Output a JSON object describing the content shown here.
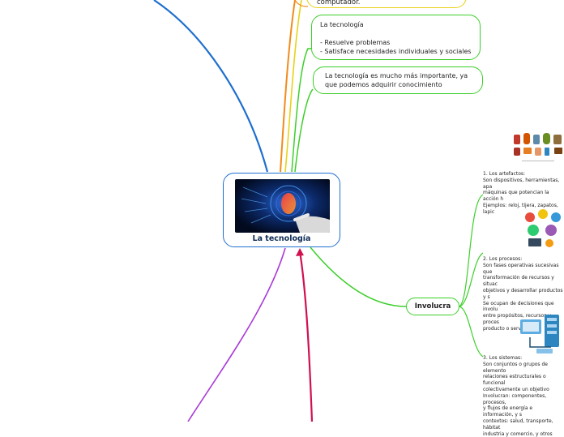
{
  "central": {
    "title": "La tecnología"
  },
  "boxes": {
    "top_partial": "computador.",
    "tech": "La tecnología\n\n- Resuelve problemas\n- Satisface necesidades individuales y sociales",
    "importance": "La tecnología es mucho más importante, ya que podemos adquirir conocimiento"
  },
  "involucra": {
    "label": "Involucra",
    "artefactos": "1. Los artefactos:\nSon dispositivos, herramientas, apa\nmáquinas que potencian la acción h\nEjemplos: reloj, tijera, zapatos, lapic",
    "procesos": "2. Los procesos:\nSon fases operativas sucesivas que\ntransformación de recursos y situac\nobjetivos y desarrollar productos y s\nSe ocupan de decisiones que involu\nentre propósitos, recursos y proces\nproducto o servicio.",
    "sistemas": "3. Los sistemas:\nSon conjuntos o grupos de elemento\nrelaciones estructurales o funcional\ncolectivamente un objetivo\nInvolucran: componentes, procesos,\ny flujos de energía e información, y s\ncontextos: salud, transporte, hábitat\nindustria y comercio, y otros"
  },
  "colors": {
    "central_border": "#1f6fcf",
    "branch_blue": "#1f6fcf",
    "branch_orange": "#f08c1c",
    "branch_yellow": "#e6d21a",
    "branch_green": "#3ccf2a",
    "branch_purple": "#a93ad8",
    "branch_magenta": "#d0104f"
  }
}
